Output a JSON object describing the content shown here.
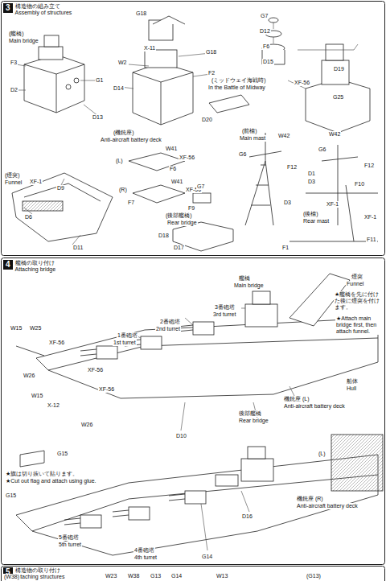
{
  "diagram": {
    "nodes": [
      {
        "text": [
          "3",
          "構造物の組み立て",
          "Assembly of structures"
        ]
      },
      {
        "text": [
          "4",
          "艦橋の取り付け",
          "Attaching bridge"
        ]
      },
      {
        "text": [
          "5",
          "構造物の取り付け",
          "Attaching structures"
        ]
      }
    ],
    "labels": [
      "(艦橋)",
      "Main bridge",
      "G18",
      "G7",
      "D12",
      "F3",
      "G1",
      "D2",
      "D13",
      "W2",
      "X-11",
      "G18",
      "F2",
      "D14",
      "F6",
      "D15",
      "(ミッドウェイ海戦時)",
      "In the Battle of Midway",
      "D20",
      "D19",
      "XF-56",
      "G25",
      "(機銃座)",
      "Anti-aircraft battery deck",
      "W41",
      "XF-56",
      "(L)",
      "F6",
      "(R)",
      "F7",
      "W41",
      "XF-56",
      "G7",
      "F9",
      "(後部艦橋)",
      "Rear bridge",
      "D18",
      "D17",
      "(煙突)",
      "Funnel",
      "XF-1",
      "D9",
      "D6",
      "D11",
      "(前檣)",
      "Main mast",
      "W42",
      "G6",
      "F12",
      "D1",
      "D3",
      "W42",
      "G6",
      "F12",
      "D3",
      "(後檣)",
      "Rear mast",
      "F1",
      "F10",
      "XF-1",
      "XF-1",
      "F11",
      "W15",
      "W25",
      "XF-56",
      "3番砲塔",
      "3rd turret",
      "2番砲塔",
      "2nd turret",
      "1番砲塔",
      "1st turret",
      "艦橋",
      "Main bridge",
      "煙突",
      "Funnel",
      "★艦橋を先に付けた後に煙突を付けます。",
      "★Attach main bridge first, then attach funnel.",
      "W26",
      "XF-56",
      "W15",
      "X-12",
      "XF-56",
      "W26",
      "D10",
      "船体",
      "Hull",
      "機銃座 (L)",
      "Anti-aircraft battery deck",
      "後部艦橋",
      "Rear bridge",
      "G15",
      "★旗は切り抜いて貼ります。",
      "★Cut out flag and attach using glue.",
      "G15",
      "D16",
      "(L)",
      "機銃座 (R)",
      "Anti-aircraft battery deck",
      "5番砲塔",
      "5th turret",
      "4番砲塔",
      "4th turret",
      "G14",
      "(W38)",
      "W23",
      "W38",
      "G13",
      "G14",
      "W13",
      "(G13)"
    ]
  }
}
